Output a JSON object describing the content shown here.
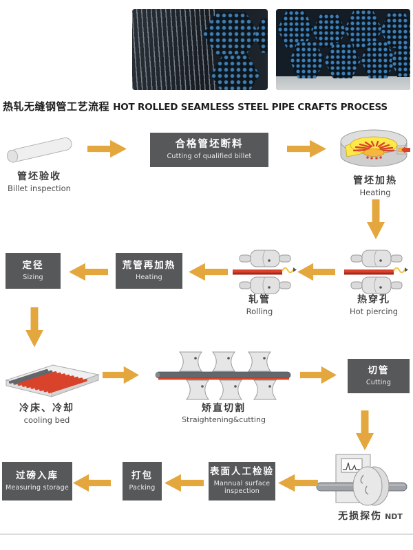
{
  "title": {
    "zh": "热轧无缝钢管工艺流程",
    "en": "HOT ROLLED SEAMLESS STEEL PIPE CRAFTS PROCESS"
  },
  "photos": [
    {
      "desc": "bundled seamless steel pipes with blue ends"
    },
    {
      "desc": "stacked hexagonal bundles of blue steel pipes"
    }
  ],
  "colors": {
    "arrow": "#E3A73D",
    "box_bg": "#57585A",
    "box_text": "#FFFFFF",
    "pipe_red": "#D9422B",
    "furnace_yellow": "#FFE84B",
    "label_text": "#3B3B3B",
    "photo_pipe_blue": "#3F7FB5"
  },
  "steps": {
    "billet_inspection": {
      "zh": "管坯验收",
      "en": "Billet inspection"
    },
    "billet_cutting": {
      "zh": "合格管坯断料",
      "en": "Cutting of qualified billet"
    },
    "billet_heating": {
      "zh": "管坯加热",
      "en": "Heating"
    },
    "hot_piercing": {
      "zh": "热穿孔",
      "en": "Hot piercing"
    },
    "rolling": {
      "zh": "轧管",
      "en": "Rolling"
    },
    "reheating": {
      "zh": "荒管再加热",
      "en": "Heating"
    },
    "sizing": {
      "zh": "定径",
      "en": "Sizing"
    },
    "cooling_bed": {
      "zh": "冷床、冷却",
      "en": "cooling bed"
    },
    "straightening": {
      "zh": "矫直切割",
      "en": "Straightening&cutting"
    },
    "pipe_cutting": {
      "zh": "切管",
      "en": "Cutting"
    },
    "ndt": {
      "zh": "无损探伤",
      "en": "NDT"
    },
    "manual_inspection": {
      "zh": "表面人工检验",
      "en": "Mannual surface inspection"
    },
    "packing": {
      "zh": "打包",
      "en": "Packing"
    },
    "measuring_storage": {
      "zh": "过磅入库",
      "en": "Measuring storage"
    }
  }
}
